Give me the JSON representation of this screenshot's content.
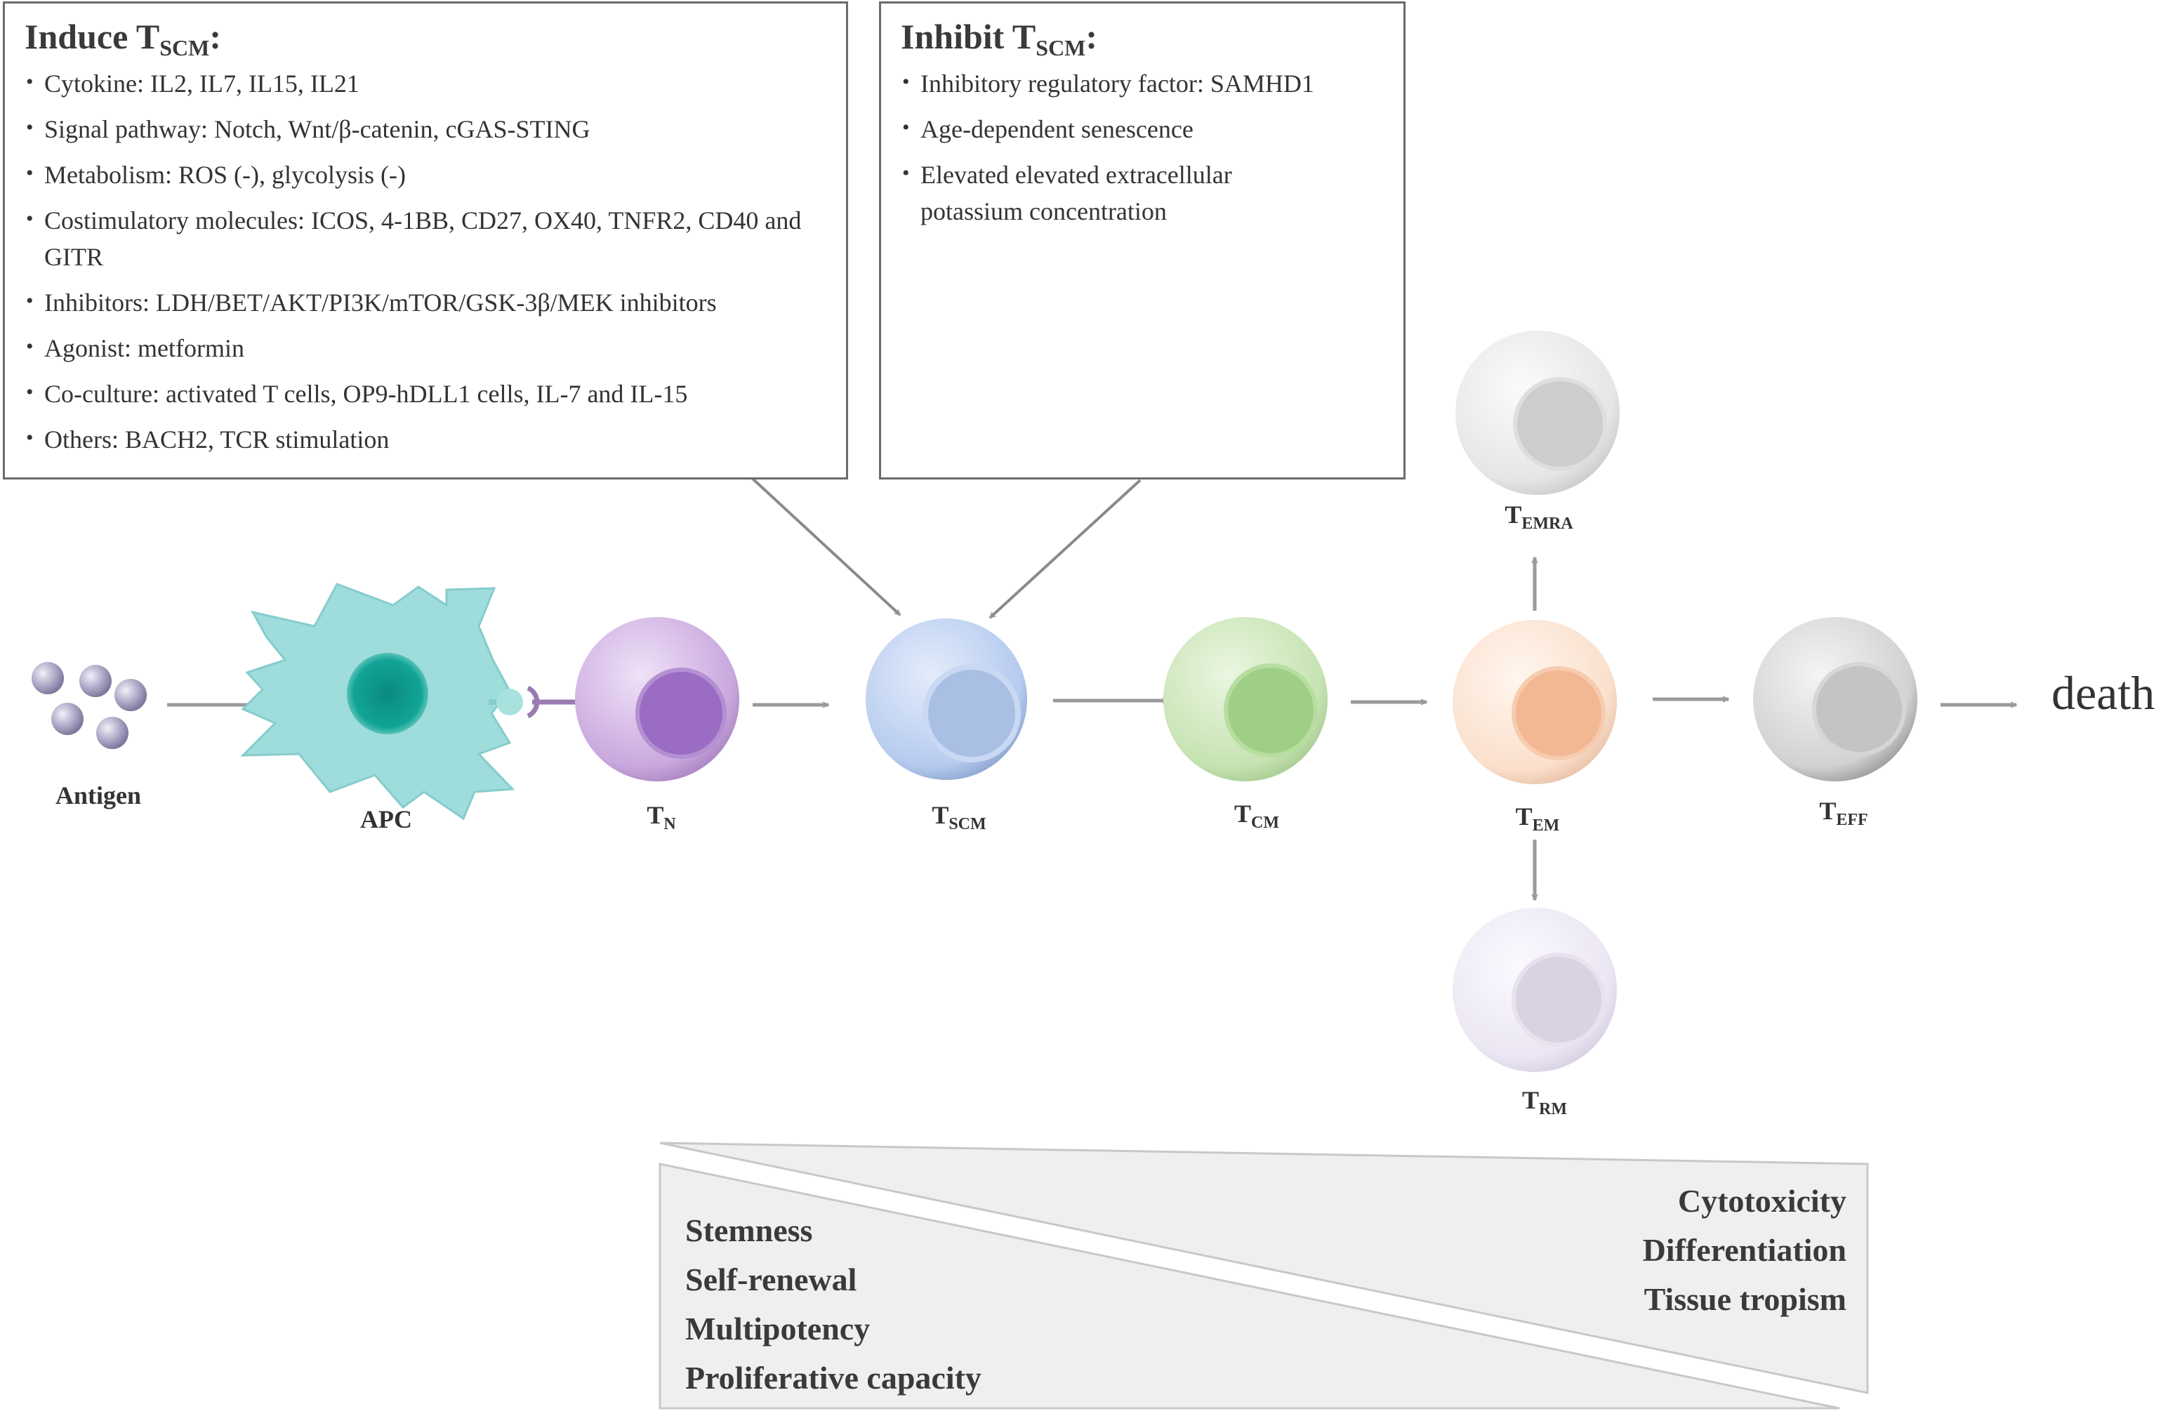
{
  "induce_box": {
    "title_main": "Induce T",
    "title_sub": "SCM",
    "title_suffix": ":",
    "items": [
      "Cytokine: IL2, IL7, IL15, IL21",
      "Signal pathway: Notch, Wnt/β-catenin, cGAS-STING",
      "Metabolism: ROS (-), glycolysis (-)",
      "Costimulatory molecules:  ICOS, 4-1BB, CD27, OX40, TNFR2, CD40 and GITR",
      "Inhibitors: LDH/BET/AKT/PI3K/mTOR/GSK-3β/MEK inhibitors",
      "Agonist: metformin",
      "Co-culture: activated T cells, OP9-hDLL1 cells, IL-7 and IL-15",
      "Others: BACH2, TCR stimulation"
    ]
  },
  "inhibit_box": {
    "title_main": "Inhibit T",
    "title_sub": "SCM",
    "title_suffix": ":",
    "items": [
      "Inhibitory regulatory factor: SAMHD1",
      "Age-dependent senescence",
      "Elevated elevated extracellular potassium concentration"
    ]
  },
  "cells": {
    "antigen": {
      "label": "Antigen",
      "color": "#9a96b4"
    },
    "apc": {
      "label": "APC",
      "color": "#9fdcdc",
      "nucleus": "#0e9c90"
    },
    "tn": {
      "main": "T",
      "sub": "N",
      "color": "#c9a8de",
      "nucleus": "#9a6cc4"
    },
    "tscm": {
      "main": "T",
      "sub": "SCM",
      "color": "#b6cbef",
      "nucleus": "#a9bfe4"
    },
    "tcm": {
      "main": "T",
      "sub": "CM",
      "color": "#c6e3b2",
      "nucleus": "#9fcf86"
    },
    "tem": {
      "main": "T",
      "sub": "EM",
      "color": "#fbe0cc",
      "nucleus": "#f2b894"
    },
    "temra": {
      "main": "T",
      "sub": "EMRA",
      "color": "#e8e8e8",
      "nucleus": "#cccccc"
    },
    "trm": {
      "main": "T",
      "sub": "RM",
      "color": "#ebe6f3",
      "nucleus": "#d6d0e0"
    },
    "teff": {
      "main": "T",
      "sub": "EFF",
      "color": "#d4d4d4",
      "nucleus": "#c2c2c2"
    }
  },
  "endpoint": {
    "label": "death"
  },
  "gradient": {
    "left_properties": [
      "Stemness",
      "Self-renewal",
      "Multipotency",
      "Proliferative capacity"
    ],
    "right_properties": [
      "Cytotoxicity",
      "Differentiation",
      "Tissue tropism"
    ]
  },
  "colors": {
    "arrow": "#9a9a9a",
    "box_border": "#6b6b6b",
    "triangle_fill": "#efefef",
    "triangle_stroke": "#c8c8c8"
  }
}
